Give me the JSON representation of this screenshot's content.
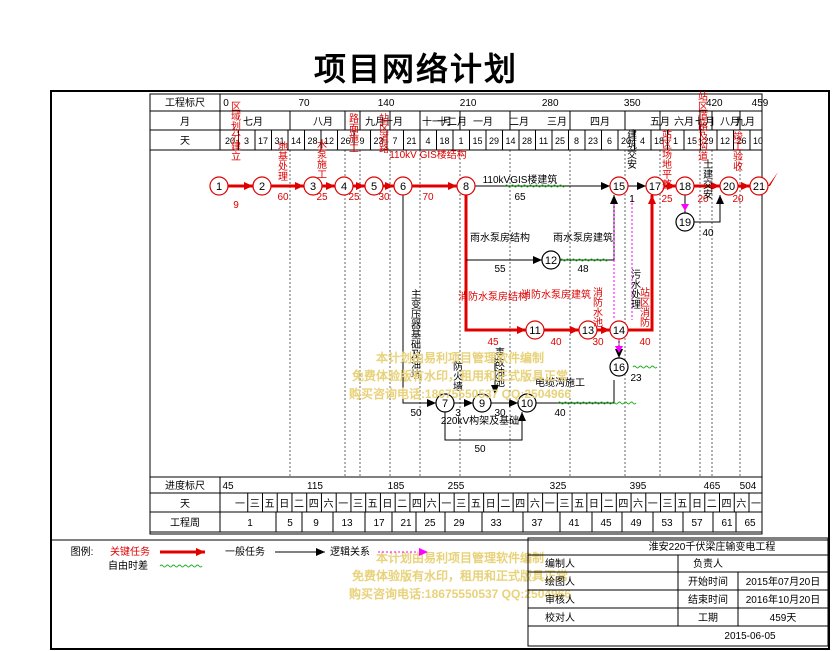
{
  "title": "项目网络计划",
  "header_rows": {
    "ruler_label": "工程标尺",
    "month_label": "月",
    "day_label": "天",
    "ruler_ticks": [
      "0",
      "70",
      "140",
      "210",
      "280",
      "350",
      "420",
      "459"
    ],
    "months": [
      "七月",
      "八月",
      "九月",
      "十月",
      "十一月",
      "十二月",
      "一月",
      "二月",
      "三月",
      "四月",
      "五月",
      "六月",
      "七月",
      "八月",
      "九月"
    ],
    "days": [
      "20",
      "3",
      "17",
      "31",
      "14",
      "28",
      "12",
      "26",
      "9",
      "23",
      "7",
      "21",
      "4",
      "18",
      "1",
      "15",
      "29",
      "14",
      "28",
      "11",
      "25",
      "8",
      "23",
      "6",
      "20",
      "4",
      "18",
      "1",
      "15",
      "29",
      "12",
      "26",
      "10"
    ]
  },
  "footer_rows": {
    "progress_label": "进度标尺",
    "day_label": "天",
    "week_label": "工程周",
    "progress_ticks": [
      "45",
      "115",
      "185",
      "255",
      "325",
      "395",
      "465",
      "504"
    ],
    "weekdays": [
      "一",
      "三",
      "五",
      "日",
      "二",
      "四",
      "六",
      "一",
      "三",
      "五",
      "日",
      "二",
      "四",
      "六",
      "一",
      "三",
      "五",
      "日",
      "二",
      "四",
      "六",
      "一",
      "三",
      "五",
      "日",
      "二",
      "四",
      "六",
      "一",
      "三",
      "五",
      "日",
      "二",
      "四",
      "六",
      "一"
    ],
    "weeks": [
      "1",
      "5",
      "9",
      "13",
      "17",
      "21",
      "25",
      "29",
      "33",
      "37",
      "41",
      "45",
      "49",
      "53",
      "57",
      "61",
      "65"
    ]
  },
  "legend": {
    "label": "图例:",
    "critical": "关键任务",
    "general": "一般任务",
    "logic": "逻辑关系",
    "float": "自由时差"
  },
  "title_block": {
    "project": "淮安220千伏梁庄输变电工程",
    "compiler": "编制人",
    "owner": "负责人",
    "drafter": "绘图人",
    "start_label": "开始时间",
    "start_value": "2015年07月20日",
    "reviewer": "审核人",
    "end_label": "结束时间",
    "end_value": "2016年10月20日",
    "checker": "校对人",
    "duration_label": "工期",
    "duration_value": "459天",
    "date": "2015-06-05"
  },
  "watermark": [
    "本计划由易利项目管理软件编制",
    "免费体验版有水印，租用和正式版具正常",
    "购买咨询电话:18675550537 QQ:2504966"
  ],
  "chart_data": {
    "type": "network-diagram",
    "title": "项目网络计划",
    "project_start": "2015-07-20",
    "project_end": "2016-10-20",
    "total_duration_days": 459,
    "nodes": [
      "1",
      "2",
      "3",
      "4",
      "5",
      "6",
      "7",
      "8",
      "9",
      "10",
      "11",
      "12",
      "13",
      "14",
      "15",
      "16",
      "17",
      "18",
      "19",
      "20",
      "21"
    ],
    "tasks": [
      {
        "from": "1",
        "to": "2",
        "name": "区域划分建立",
        "duration": 9,
        "critical": true
      },
      {
        "from": "2",
        "to": "3",
        "name": "地基处理",
        "duration": 60,
        "critical": true
      },
      {
        "from": "3",
        "to": "4",
        "name": "水泵施工",
        "duration": 25,
        "critical": true
      },
      {
        "from": "4",
        "to": "5",
        "name": "路面施工",
        "duration": 25,
        "critical": true
      },
      {
        "from": "5",
        "to": "6",
        "name": "站区道路",
        "duration": 30,
        "critical": true
      },
      {
        "from": "6",
        "to": "8",
        "name": "110kV GIS楼结构",
        "duration": 70,
        "critical": true
      },
      {
        "from": "8",
        "to": "15",
        "name": "110kVGIS楼建筑",
        "duration": 65,
        "critical": false
      },
      {
        "from": "8",
        "to": "12",
        "name": "雨水泵房结构",
        "duration": 55,
        "critical": false
      },
      {
        "from": "12",
        "to": "15",
        "name": "雨水泵房建筑",
        "duration": 48,
        "critical": false
      },
      {
        "from": "8",
        "to": "11",
        "name": "消防水泵房结构",
        "duration": 45,
        "critical": true
      },
      {
        "from": "11",
        "to": "13",
        "name": "消防水泵房建筑",
        "duration": 40,
        "critical": true
      },
      {
        "from": "13",
        "to": "14",
        "name": "消防水池",
        "duration": 30,
        "critical": true
      },
      {
        "from": "14",
        "to": "17",
        "name": "站区消防",
        "duration": 40,
        "critical": true
      },
      {
        "from": "6",
        "to": "7",
        "name": "主变压器基础及油坑",
        "duration": 50,
        "critical": false
      },
      {
        "from": "7",
        "to": "9",
        "name": "防火墙",
        "duration": 3,
        "critical": false
      },
      {
        "from": "9",
        "to": "10",
        "name": "事故油池",
        "duration": 30,
        "critical": false
      },
      {
        "from": "7",
        "to": "10",
        "name": "220kV构架及基础",
        "duration": 50,
        "critical": false
      },
      {
        "from": "10",
        "to": "15",
        "name": "电缆沟施工",
        "duration": 40,
        "critical": false
      },
      {
        "from": "14",
        "to": "16",
        "name": "污水处理",
        "duration": 23,
        "critical": false
      },
      {
        "from": "15",
        "to": "17",
        "name": "建筑交安",
        "duration": 1,
        "critical": false
      },
      {
        "from": "17",
        "to": "18",
        "name": "站区场地平整",
        "duration": 25,
        "critical": true
      },
      {
        "from": "18",
        "to": "20",
        "name": "站区道路及沟道",
        "duration": 20,
        "critical": true
      },
      {
        "from": "18",
        "to": "19",
        "name": "土建交安",
        "duration": 40,
        "critical": false
      },
      {
        "from": "20",
        "to": "21",
        "name": "竣工验收",
        "duration": 20,
        "critical": true
      }
    ]
  }
}
